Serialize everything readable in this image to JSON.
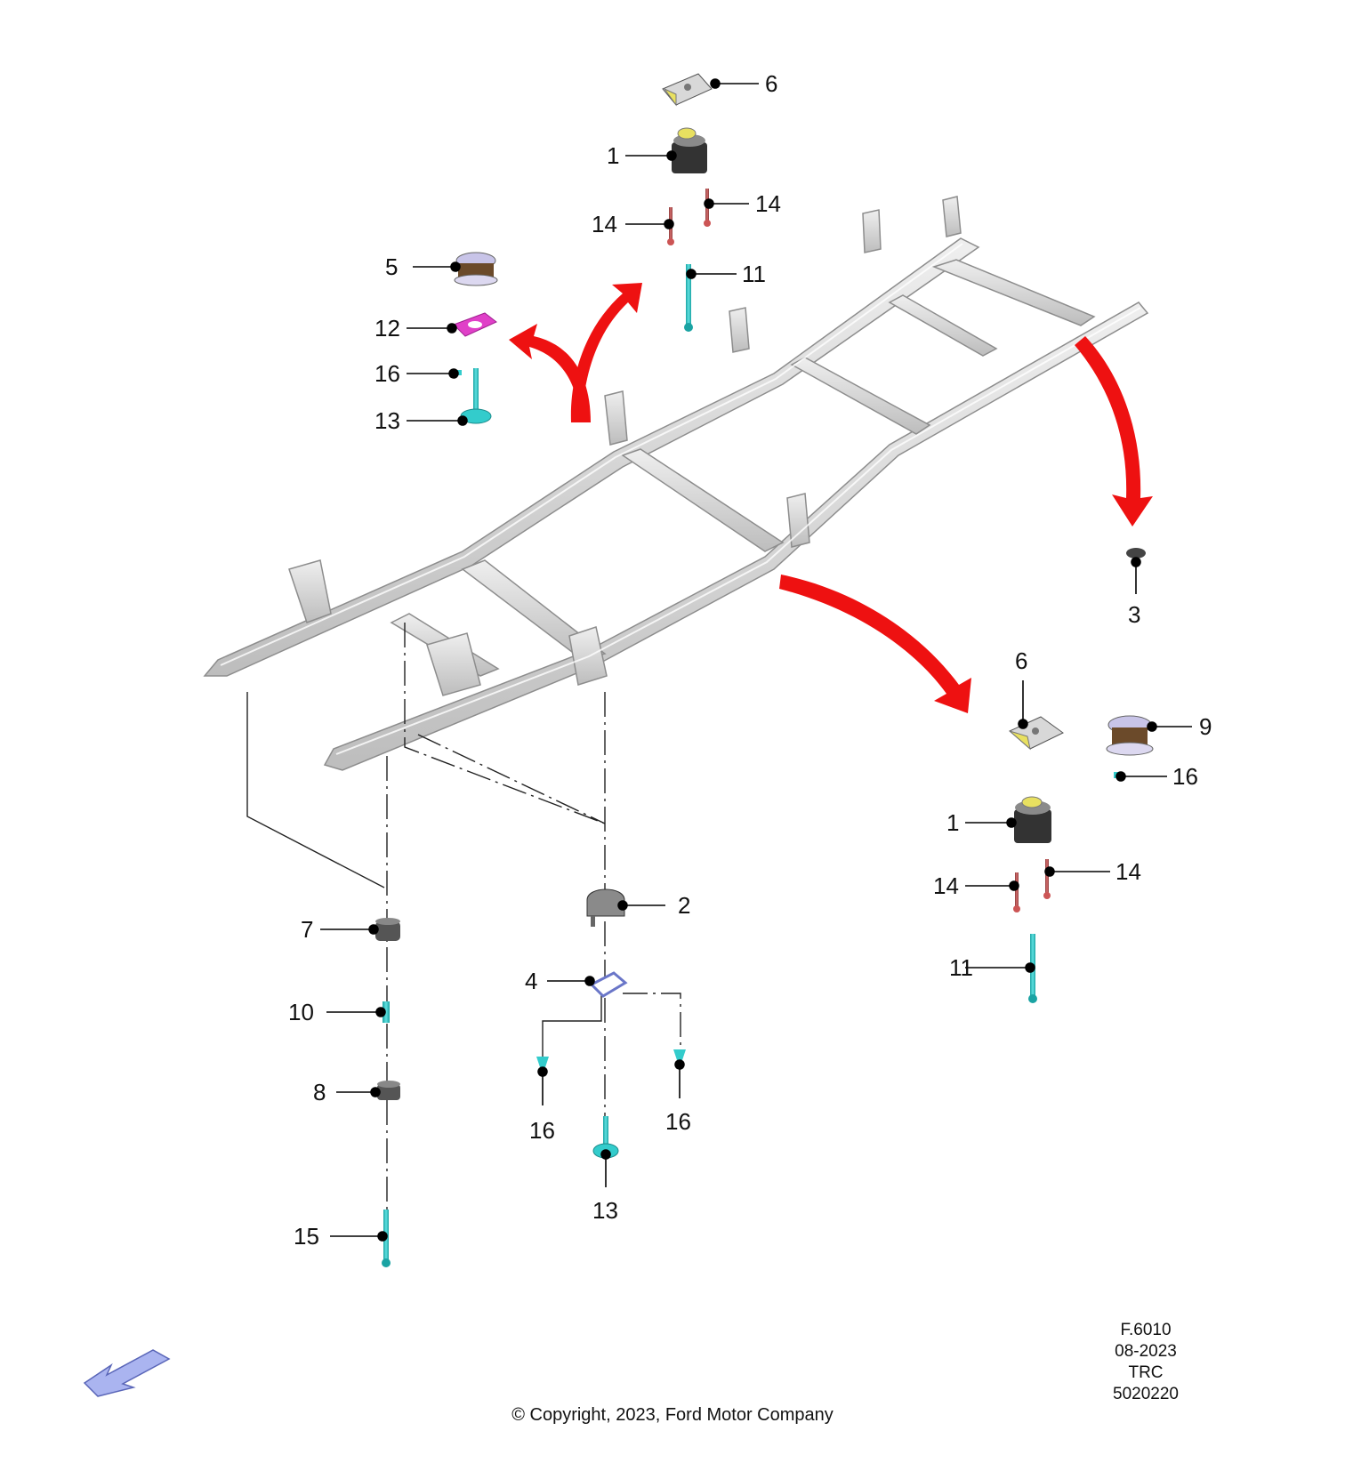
{
  "callouts": {
    "c6_top": "6",
    "c1_top": "1",
    "c14_top_r": "14",
    "c14_top_l": "14",
    "c11_top": "11",
    "c5": "5",
    "c12": "12",
    "c16_left": "16",
    "c13_left": "13",
    "c3": "3",
    "c6_right": "6",
    "c9": "9",
    "c16_right": "16",
    "c1_right": "1",
    "c14_right_r": "14",
    "c14_right_l": "14",
    "c11_right": "11",
    "c2": "2",
    "c4": "4",
    "c16_bl": "16",
    "c16_br": "16",
    "c13_bottom": "13",
    "c7": "7",
    "c10": "10",
    "c8": "8",
    "c15": "15"
  },
  "meta": {
    "code": "F.6010",
    "date": "08-2023",
    "region": "TRC",
    "number": "5020220"
  },
  "copyright": "© Copyright, 2023, Ford Motor Company",
  "colors": {
    "arrow": "#ee1111",
    "frame": "#d9d9d9",
    "frame_edge": "#9a9a9a",
    "bolt_cyan": "#33cccc",
    "bolt_red": "#cc5555",
    "gasket_magenta": "#e040c8",
    "yellow": "#e8e060",
    "dark_mount": "#3a3a3a",
    "nav_arrow": "#aab4f0"
  }
}
